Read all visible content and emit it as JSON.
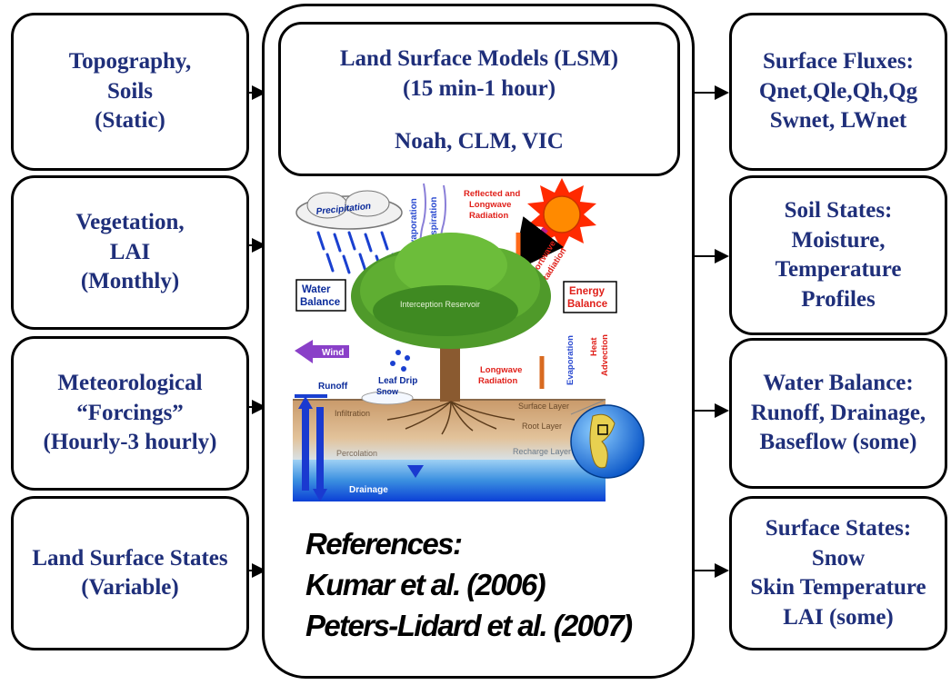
{
  "inputs": [
    {
      "lines": [
        "Topography,",
        "Soils",
        "(Static)"
      ]
    },
    {
      "lines": [
        "Vegetation,",
        "LAI",
        "(Monthly)"
      ]
    },
    {
      "lines": [
        "Meteorological",
        "“Forcings”",
        "(Hourly-3 hourly)"
      ]
    },
    {
      "lines": [
        "Land Surface States",
        "(Variable)"
      ]
    }
  ],
  "outputs": [
    {
      "lines": [
        "Surface Fluxes:",
        "Qnet,Qle,Qh,Qg",
        "Swnet, LWnet"
      ]
    },
    {
      "lines": [
        "Soil States:",
        "Moisture,",
        "Temperature",
        "Profiles"
      ]
    },
    {
      "lines": [
        "Water Balance:",
        "Runoff, Drainage,",
        "Baseflow (some)"
      ]
    },
    {
      "lines": [
        "Surface States:",
        "Snow",
        "Skin Temperature",
        "LAI (some)"
      ]
    }
  ],
  "lsm": {
    "title": "Land Surface Models (LSM)",
    "interval": "(15 min-1 hour)",
    "models": "Noah, CLM, VIC"
  },
  "illustration": {
    "precipitation": "Precipitation",
    "evaporation": "Evaporation",
    "transpiration": "Transpiration",
    "reflected_1": "Reflected and",
    "reflected_2": "Longwave",
    "reflected_3": "Radiation",
    "shortwave_1": "Shortwave",
    "shortwave_2": "Radiation",
    "water_balance_1": "Water",
    "water_balance_2": "Balance",
    "energy_balance_1": "Energy",
    "energy_balance_2": "Balance",
    "interception": "Interception Reservoir",
    "wind": "Wind",
    "leaf_drip": "Leaf Drip",
    "evaporation_2": "Evaporation",
    "heat_advection_1": "Heat",
    "heat_advection_2": "Advection",
    "longwave_1": "Longwave",
    "longwave_2": "Radiation",
    "runoff": "Runoff",
    "snow": "Snow",
    "surface_layer": "Surface Layer",
    "infiltration": "Infiltration",
    "root_layer": "Root Layer",
    "percolation": "Percolation",
    "recharge_layer": "Recharge Layer",
    "drainage": "Drainage"
  },
  "references": {
    "heading": "References:",
    "ref1": "Kumar et al. (2006)",
    "ref2": "Peters-Lidard et al. (2007)"
  },
  "colors": {
    "box_text": "#1f2f7a",
    "sky_text": "#0a2a9a",
    "soil": "#d9b48a",
    "groundwater": "#1e78d6",
    "sun": "#ff2a00"
  }
}
